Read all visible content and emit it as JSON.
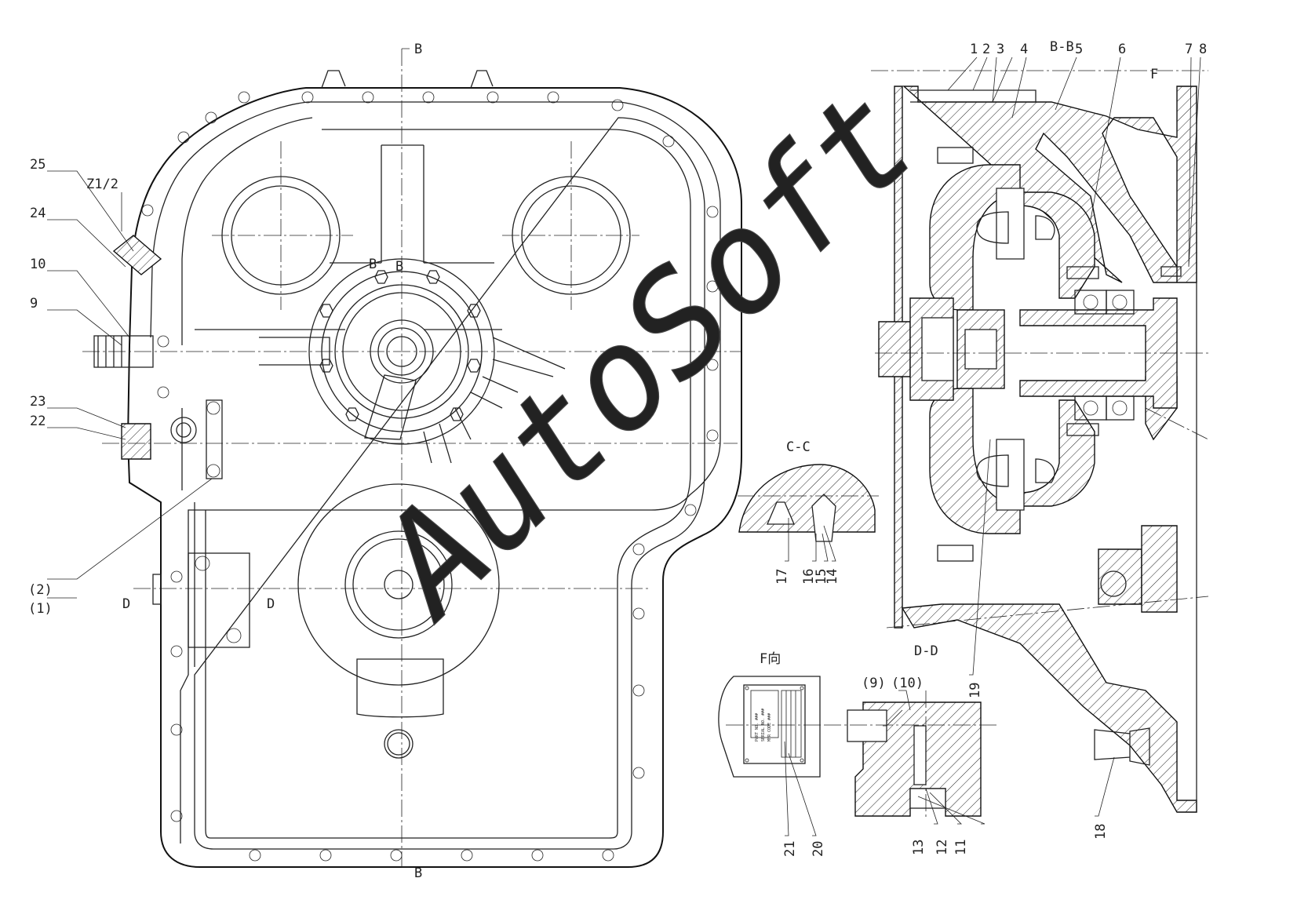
{
  "watermark": "AutoSoft",
  "section_labels": {
    "bb_top": "B",
    "bb_bottom": "B",
    "bb_center_left": "B",
    "bb_center_right": "B",
    "bb_section": "B-B",
    "cc_section": "C-C",
    "dd_section": "D-D",
    "d_left": "D",
    "d_right": "D",
    "f_mark": "F",
    "f_view": "F向",
    "z_thread": "Z1/2"
  },
  "callouts": [
    {
      "id": "1",
      "text": "1"
    },
    {
      "id": "2",
      "text": "2"
    },
    {
      "id": "3",
      "text": "3"
    },
    {
      "id": "4",
      "text": "4"
    },
    {
      "id": "5",
      "text": "5"
    },
    {
      "id": "6",
      "text": "6"
    },
    {
      "id": "7",
      "text": "7"
    },
    {
      "id": "8",
      "text": "8"
    },
    {
      "id": "9",
      "text": "9"
    },
    {
      "id": "10",
      "text": "10"
    },
    {
      "id": "11",
      "text": "11"
    },
    {
      "id": "12",
      "text": "12"
    },
    {
      "id": "13",
      "text": "13"
    },
    {
      "id": "14",
      "text": "14"
    },
    {
      "id": "15",
      "text": "15"
    },
    {
      "id": "16",
      "text": "16"
    },
    {
      "id": "17",
      "text": "17"
    },
    {
      "id": "18",
      "text": "18"
    },
    {
      "id": "19",
      "text": "19"
    },
    {
      "id": "20",
      "text": "20"
    },
    {
      "id": "21",
      "text": "21"
    },
    {
      "id": "22",
      "text": "22"
    },
    {
      "id": "23",
      "text": "23"
    },
    {
      "id": "24",
      "text": "24"
    },
    {
      "id": "25",
      "text": "25"
    },
    {
      "id": "p1",
      "text": "(1)"
    },
    {
      "id": "p2",
      "text": "(2)"
    },
    {
      "id": "p9",
      "text": "(9)"
    },
    {
      "id": "p10",
      "text": "(10)"
    }
  ],
  "nameplate": {
    "part_no": "PART NO. ###",
    "serial_no": "SERIAL NO. ###",
    "mfr_code": "MFR CODE ###"
  }
}
